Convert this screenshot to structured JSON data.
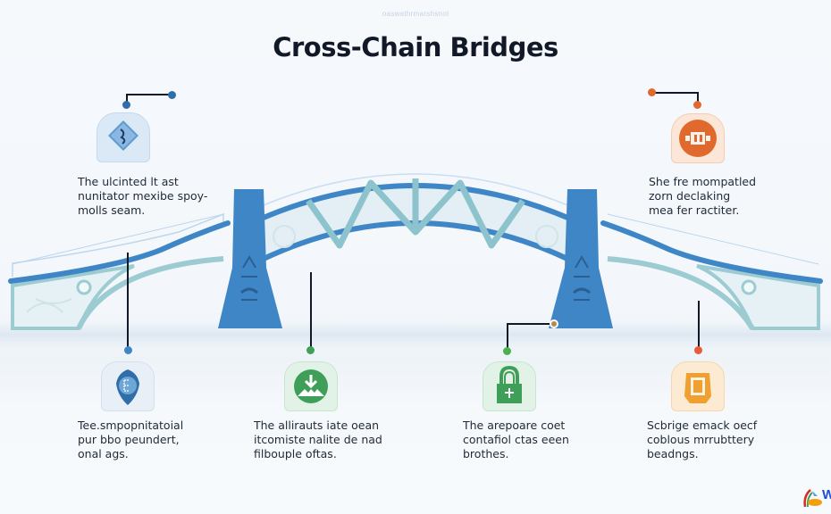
{
  "header": {
    "subtitle": "oaswathrmarshsnol",
    "title": "Cross-Chain Bridges"
  },
  "colors": {
    "primary_blue": "#3f86c6",
    "teal": "#8cc3cc",
    "orange": "#e0692d",
    "green": "#3f9f58",
    "amber": "#f0a030",
    "text": "#1f2937"
  },
  "callouts": [
    {
      "id": "top-left",
      "icon": "shield-diamond-icon",
      "accent": "#3f86c6",
      "lines": [
        "The ulcinted lt ast",
        "nunitator mexibe spoy-",
        "molls seam."
      ]
    },
    {
      "id": "top-right",
      "icon": "robot-icon",
      "accent": "#e0692d",
      "lines": [
        "She fre mompatled",
        "zorn declaking",
        "mea fer ractiter."
      ]
    },
    {
      "id": "bottom-1",
      "icon": "shield-icon",
      "accent": "#3f86c6",
      "lines": [
        "Tee.smpopnitatoial",
        "pur bbo peundert,",
        "onal ags."
      ]
    },
    {
      "id": "bottom-2",
      "icon": "download-mountain-icon",
      "accent": "#3f9f58",
      "lines": [
        "The allirauts iate oean",
        "itcomiste nalite de nad",
        "filbouple oftas."
      ]
    },
    {
      "id": "bottom-3",
      "icon": "lock-icon",
      "accent": "#3f9f58",
      "lines": [
        "The arepoare coet",
        "contafiol ctas eeen",
        "brothes."
      ]
    },
    {
      "id": "bottom-4",
      "icon": "device-icon",
      "accent": "#f0a030",
      "lines": [
        "Scbrige emack oecf",
        "coblous mrrubttery",
        "beadngs."
      ]
    }
  ],
  "logo": {
    "text": "W"
  }
}
